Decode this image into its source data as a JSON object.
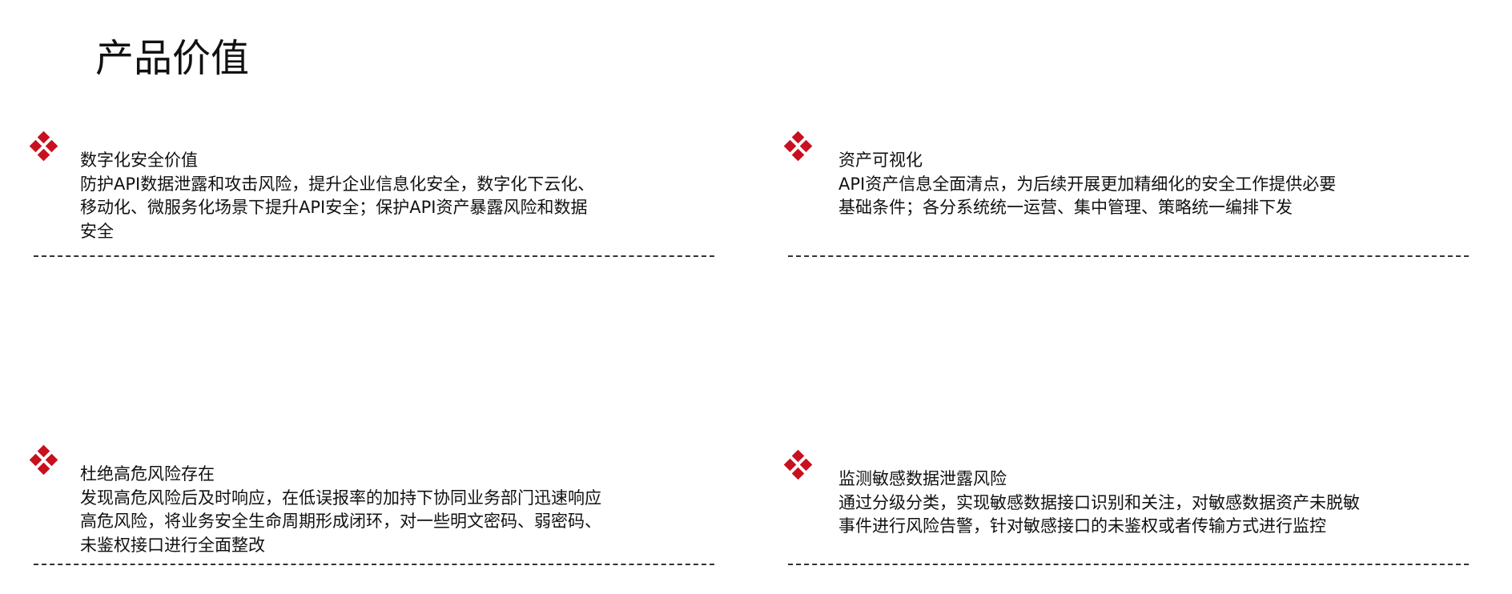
{
  "title": "产品价值",
  "icon": "red-diamond-cluster-icon",
  "accent_color": "#c8101e",
  "cards": [
    {
      "heading": "数字化安全价值",
      "lines": [
        "防护API数据泄露和攻击风险，提升企业信息化安全，数字化下云化、",
        "移动化、微服务化场景下提升API安全；保护API资产暴露风险和数据",
        "安全"
      ]
    },
    {
      "heading": "资产可视化",
      "lines": [
        "API资产信息全面清点，为后续开展更加精细化的安全工作提供必要",
        "基础条件；各分系统统一运营、集中管理、策略统一编排下发"
      ]
    },
    {
      "heading": "杜绝高危风险存在",
      "lines": [
        "发现高危风险后及时响应，在低误报率的加持下协同业务部门迅速响应",
        "高危风险，将业务安全生命周期形成闭环，对一些明文密码、弱密码、",
        "未鉴权接口进行全面整改"
      ]
    },
    {
      "heading": "监测敏感数据泄露风险",
      "lines": [
        "通过分级分类，实现敏感数据接口识别和关注，对敏感数据资产未脱敏",
        "事件进行风险告警，针对敏感接口的未鉴权或者传输方式进行监控"
      ]
    }
  ]
}
